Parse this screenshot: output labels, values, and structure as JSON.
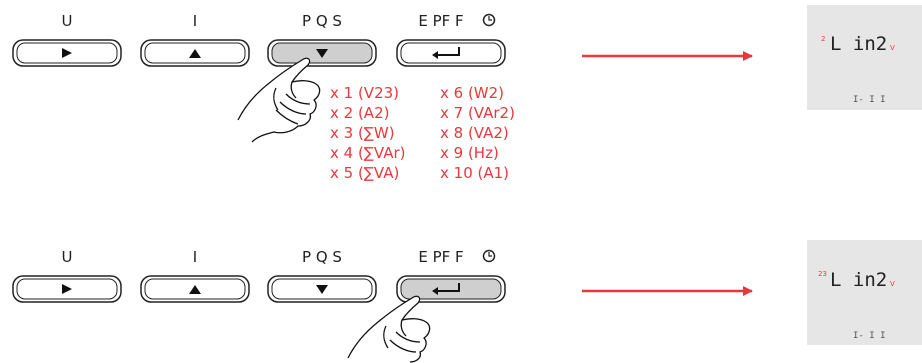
{
  "top": {
    "buttons": [
      {
        "label": "U"
      },
      {
        "label": "I"
      },
      {
        "label": "P Q S"
      },
      {
        "label": "E PF F"
      }
    ],
    "press_list_left": [
      "x 1 (V23)",
      "x 2 (A2)",
      "x 3 (∑W)",
      "x 4 (∑VAr)",
      "x 5 (∑VA)"
    ],
    "press_list_right": [
      "x 6 (W2)",
      "x 7 (VAr2)",
      "x 8 (VA2)",
      "x 9 (Hz)",
      "x 10 (A1)"
    ],
    "display": {
      "badge": "2",
      "main": "L  in2",
      "unit": "V",
      "bottom": "I- I I"
    }
  },
  "bottom": {
    "buttons": [
      {
        "label": "U"
      },
      {
        "label": "I"
      },
      {
        "label": "P Q S"
      },
      {
        "label": "E PF F"
      }
    ],
    "display": {
      "badge": "23",
      "main": "L  in2",
      "unit": "V",
      "bottom": "I- I I"
    }
  },
  "colors": {
    "accent": "#e8383d",
    "pressed_button": "#cfcfcf"
  },
  "icons": [
    "play-right-icon",
    "triangle-up-icon",
    "triangle-down-icon",
    "enter-return-icon",
    "clock-icon",
    "pointing-hand-icon",
    "arrow-right-icon"
  ]
}
